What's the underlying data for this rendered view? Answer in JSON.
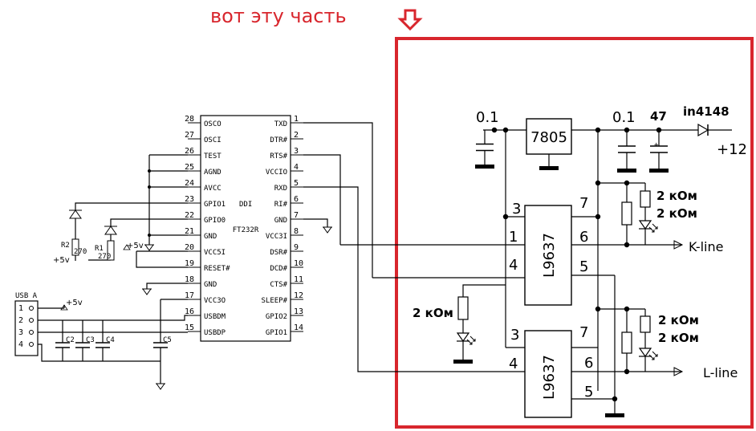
{
  "caption": "вот эту часть",
  "colors": {
    "highlight": "#d8262d",
    "wire": "#000000"
  },
  "icons": {
    "pointer": "down-arrow-icon"
  },
  "ft232": {
    "name": "FT232R",
    "extra": "DDI",
    "left_pins": [
      {
        "num": "28",
        "name": "OSCO"
      },
      {
        "num": "27",
        "name": "OSCI"
      },
      {
        "num": "26",
        "name": "TEST"
      },
      {
        "num": "25",
        "name": "AGND"
      },
      {
        "num": "24",
        "name": "AVCC"
      },
      {
        "num": "23",
        "name": "GPIO1"
      },
      {
        "num": "22",
        "name": "GPIO0"
      },
      {
        "num": "21",
        "name": "GND"
      },
      {
        "num": "20",
        "name": "VCC5I"
      },
      {
        "num": "19",
        "name": "RESET#"
      },
      {
        "num": "18",
        "name": "GND"
      },
      {
        "num": "17",
        "name": "VCC3O"
      },
      {
        "num": "16",
        "name": "USBDM"
      },
      {
        "num": "15",
        "name": "USBDP"
      }
    ],
    "right_pins": [
      {
        "num": "1",
        "name": "TXD"
      },
      {
        "num": "2",
        "name": "DTR#"
      },
      {
        "num": "3",
        "name": "RTS#"
      },
      {
        "num": "4",
        "name": "VCCIO"
      },
      {
        "num": "5",
        "name": "RXD"
      },
      {
        "num": "6",
        "name": "RI#"
      },
      {
        "num": "7",
        "name": "GND"
      },
      {
        "num": "8",
        "name": "VCC3I"
      },
      {
        "num": "9",
        "name": "DSR#"
      },
      {
        "num": "10",
        "name": "DCD#"
      },
      {
        "num": "11",
        "name": "CTS#"
      },
      {
        "num": "12",
        "name": "SLEEP#"
      },
      {
        "num": "13",
        "name": "GPIO2"
      },
      {
        "num": "14",
        "name": "GPIO1"
      }
    ]
  },
  "left_side": {
    "usb_label": "USB A",
    "usb_pins": [
      "1",
      "2",
      "3",
      "4"
    ],
    "plus5v_labels": [
      "+5v",
      "+5v",
      "+5v"
    ],
    "resistors": [
      {
        "ref": "R2",
        "value": "270"
      },
      {
        "ref": "R1",
        "value": "270"
      }
    ],
    "capacitors": [
      "C2",
      "C3",
      "C4",
      "C5"
    ]
  },
  "right_side": {
    "cap_left_value": "0.1",
    "regulator": "7805",
    "cap_mid_value": "0.1",
    "cap_elec_value": "47",
    "diode_label": "in4148",
    "supply_label": "+12",
    "ic1": {
      "name": "L9637",
      "pins": [
        "3",
        "1",
        "4",
        "7",
        "6",
        "5"
      ]
    },
    "ic2": {
      "name": "L9637",
      "pins": [
        "3",
        "4",
        "7",
        "6",
        "5"
      ]
    },
    "res_label": "2 кОм",
    "k_line": "K-line",
    "l_line": "L-line"
  }
}
